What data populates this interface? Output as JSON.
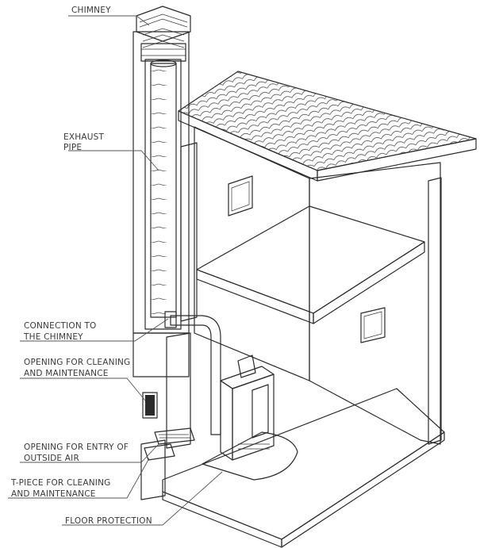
{
  "labels": {
    "chimney": "CHIMNEY",
    "exhaust_pipe_line1": "EXHAUST",
    "exhaust_pipe_line2": "PIPE",
    "connection_line1": "CONNECTION TO",
    "connection_line2": "THE CHIMNEY",
    "opening_cleaning_line1": "OPENING FOR CLEANING",
    "opening_cleaning_line2": "AND MAINTENANCE",
    "opening_air_line1": "OPENING FOR ENTRY OF",
    "opening_air_line2": "OUTSIDE AIR",
    "tpiece_line1": "T-PIECE FOR CLEANING",
    "tpiece_line2": "AND MAINTENANCE",
    "floor_protection": "FLOOR PROTECTION"
  },
  "colors": {
    "ink": "#2b2b2b",
    "pipe": "#c9c9c9",
    "floor": "#5a5a5a",
    "floor_protection": "#8a8a8a",
    "wall": "#ffffff",
    "brick": "#ffffff"
  }
}
